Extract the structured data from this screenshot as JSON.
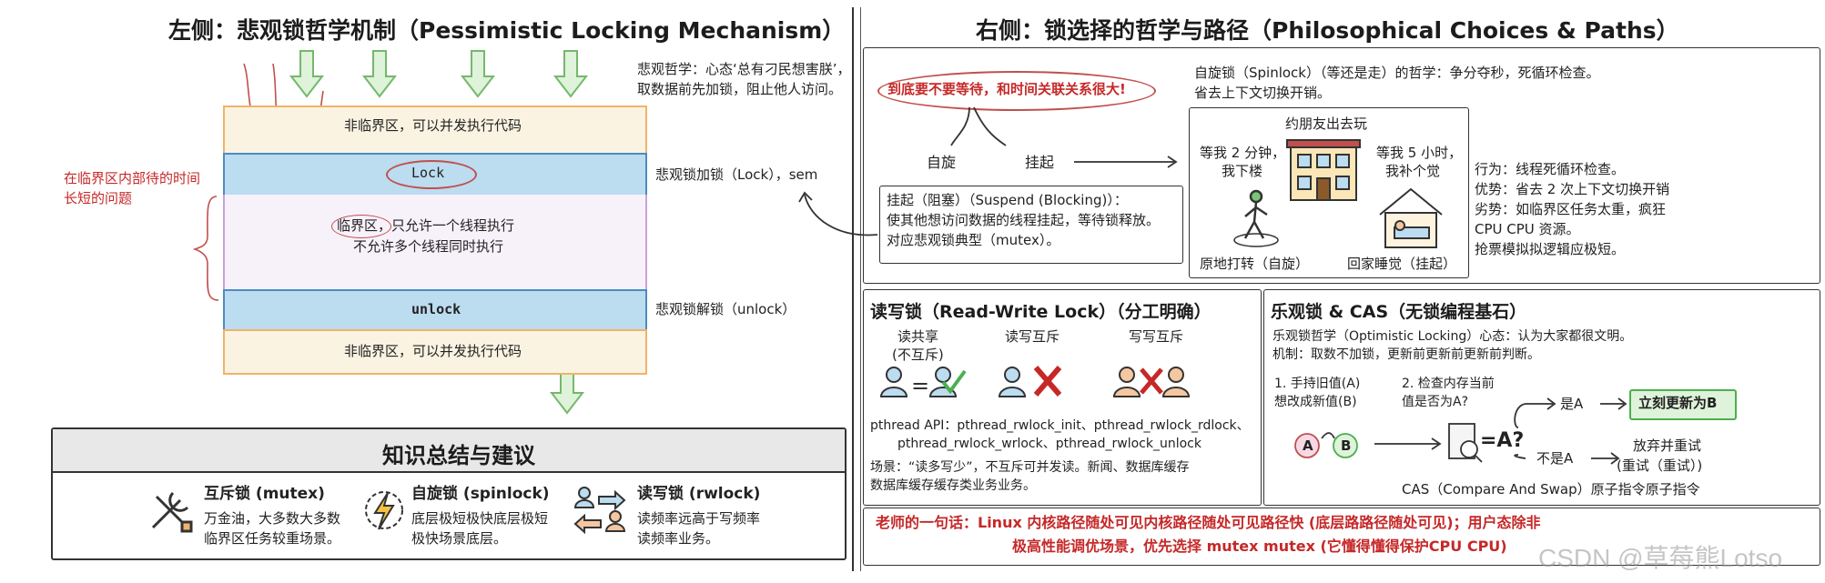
{
  "left": {
    "title": "左侧：悲观锁哲学机制（Pessimistic Locking Mechanism）",
    "philosophy": [
      "悲观哲学：心态‘总有刁民想害朕’，",
      "取数据前先加锁，阻止他人访问。"
    ],
    "noncrit_top": "非临界区，可以并发执行代码",
    "lock": "Lock",
    "lock_label": "悲观锁加锁（Lock），sem",
    "crit_area": [
      "临界区，只允许一个线程执行",
      "不允许多个线程同时执行"
    ],
    "unlock": "unlock",
    "unlock_label": "悲观锁解锁（unlock）",
    "noncrit_bottom": "非临界区，可以并发执行代码",
    "wait_note": [
      "在临界区内部待的时间",
      "长短的问题"
    ]
  },
  "summary": {
    "title": "知识总结与建议",
    "items": [
      {
        "icon": "wrench-screwdriver-icon",
        "name": "互斥锁 (mutex)",
        "desc": [
          "万金油，大多数大多数",
          "临界区任务较重场景。"
        ]
      },
      {
        "icon": "lightning-icon",
        "name": "自旋锁 (spinlock)",
        "desc": [
          "底层极短极快底层极短",
          "极快场景底层。"
        ]
      },
      {
        "icon": "users-arrows-icon",
        "name": "读写锁 (rwlock)",
        "desc": [
          "读频率远高于写频率",
          "读频率业务。"
        ]
      }
    ]
  },
  "right": {
    "title": "右侧：锁选择的哲学与路径（Philosophical Choices & Paths）",
    "question": "到底要不要等待，和时间关联关系很大!",
    "spin_label": "自旋",
    "suspend_label": "挂起",
    "spin_title": [
      "自旋锁（Spinlock）（等还是走）的哲学：争分夺秒，死循环检查。",
      "省去上下文切换开销。"
    ],
    "story_title": "约朋友出去玩",
    "wait2": [
      "等我 2 分钟，",
      "我下楼"
    ],
    "wait5": [
      "等我 5 小时，",
      "我补个觉"
    ],
    "spin_caption": "原地打转（自旋）",
    "sleep_caption": "回家睡觉（挂起）",
    "behavior": [
      "行为：线程死循环检查。",
      "优势：省去 2 次上下文切换开销",
      "劣势：如临界区任务太重，疯狂",
      "CPU CPU 资源。",
      "抢票模拟拟逻辑应极短。"
    ],
    "suspend_box": [
      "挂起（阻塞）（Suspend (Blocking)）：",
      "使其他想访问数据的线程挂起，等待锁释放。",
      "对应悲观锁典型（mutex）。"
    ]
  },
  "rwlock": {
    "title": "读写锁（Read-Write Lock）（分工明确）",
    "cols": [
      [
        "读共享",
        "(不互斥)"
      ],
      [
        "读写互斥"
      ],
      [
        "写写互斥"
      ]
    ],
    "api": [
      "pthread API：pthread_rwlock_init、pthread_rwlock_rdlock、",
      "pthread_rwlock_wrlock、pthread_rwlock_unlock"
    ],
    "scene": [
      "场景：“读多写少”，不互斥可并发读。新闻、数据库缓存",
      "数据库缓存缓存类业务业务。"
    ]
  },
  "cas": {
    "title": "乐观锁 & CAS（无锁编程基石）",
    "desc": [
      "乐观锁哲学（Optimistic Locking）心态：认为大家都很文明。",
      "机制：取数不加锁，更新前更新前更新前判断。"
    ],
    "step1": [
      "1. 手持旧值(A)",
      "想改成新值(B)"
    ],
    "step2": [
      "2. 检查内存当前",
      "值是否为A?"
    ],
    "a": "A",
    "b": "B",
    "check": "=A?",
    "yes": "是A",
    "update": "立刻更新为B",
    "no": "不是A",
    "retry": [
      "放弃并重试",
      "(重试（重试）)"
    ],
    "caption": "CAS（Compare And Swap）原子指令原子指令"
  },
  "teacher": {
    "line1": "老师的一句话：Linux 内核路径随处可见内核路径随处可见路径快 (底层路路径随处可见)；用户态除非",
    "line2": "极高性能调优场景，优先选择 mutex mutex (它懂得懂得保护CPU CPU)"
  },
  "watermark": "CSDN @草莓熊Lotso",
  "colors": {
    "green": "#7cc576",
    "blue_band": "#bcdcf0",
    "blue_border": "#4a8cc4",
    "orange": "#f0b36a",
    "red": "#c62828",
    "yellow": "#fbf3d6"
  }
}
